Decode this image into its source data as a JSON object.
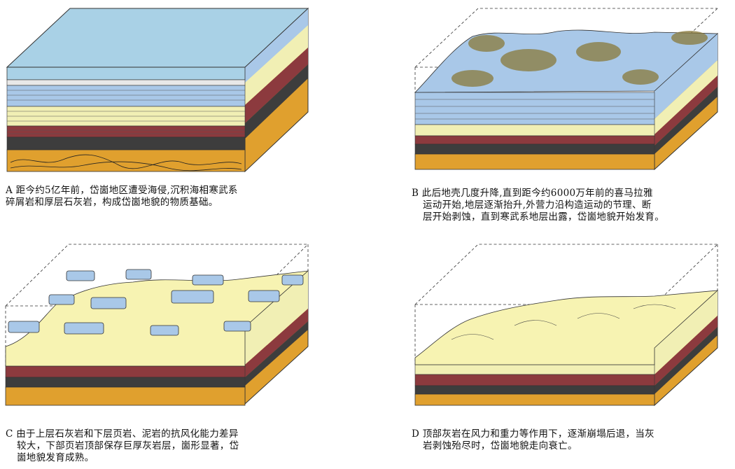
{
  "panels": [
    {
      "id": "A",
      "lines": [
        "A 距今约5亿年前，岱崮地区遭受海侵,沉积海相寒武系",
        "碎屑岩和厚层石灰岩，构成岱崮地貌的物质基础。"
      ]
    },
    {
      "id": "B",
      "lines": [
        "B 此后地壳几度升降,直到距今约6000万年前的喜马拉雅",
        "运动开始,地层逐渐抬升,外营力沿构造运动的节理、断",
        "层开始剥蚀，直到寒武系地层出露，岱崮地貌开始发育。"
      ]
    },
    {
      "id": "C",
      "lines": [
        "C 由于上层石灰岩和下层页岩、泥岩的抗风化能力差异",
        "较大，下部页岩顶部保存巨厚灰岩层，崮形显著，岱",
        "崮地貌发育成熟。"
      ]
    },
    {
      "id": "D",
      "lines": [
        "D 顶部灰岩在风力和重力等作用下，逐渐崩塌后退，当灰",
        "岩剥蚀殆尽时，岱崮地貌走向衰亡。"
      ]
    }
  ],
  "colors": {
    "sea": "#a9d1e6",
    "limestone": "#a9c8e8",
    "shale_yellow": "#f1efb4",
    "red_layer": "#8c3a3e",
    "dark_layer": "#3d3d3d",
    "orange_base": "#e0a02e",
    "sand": "#f7f3b2",
    "weathered": "#8a7a3a"
  }
}
